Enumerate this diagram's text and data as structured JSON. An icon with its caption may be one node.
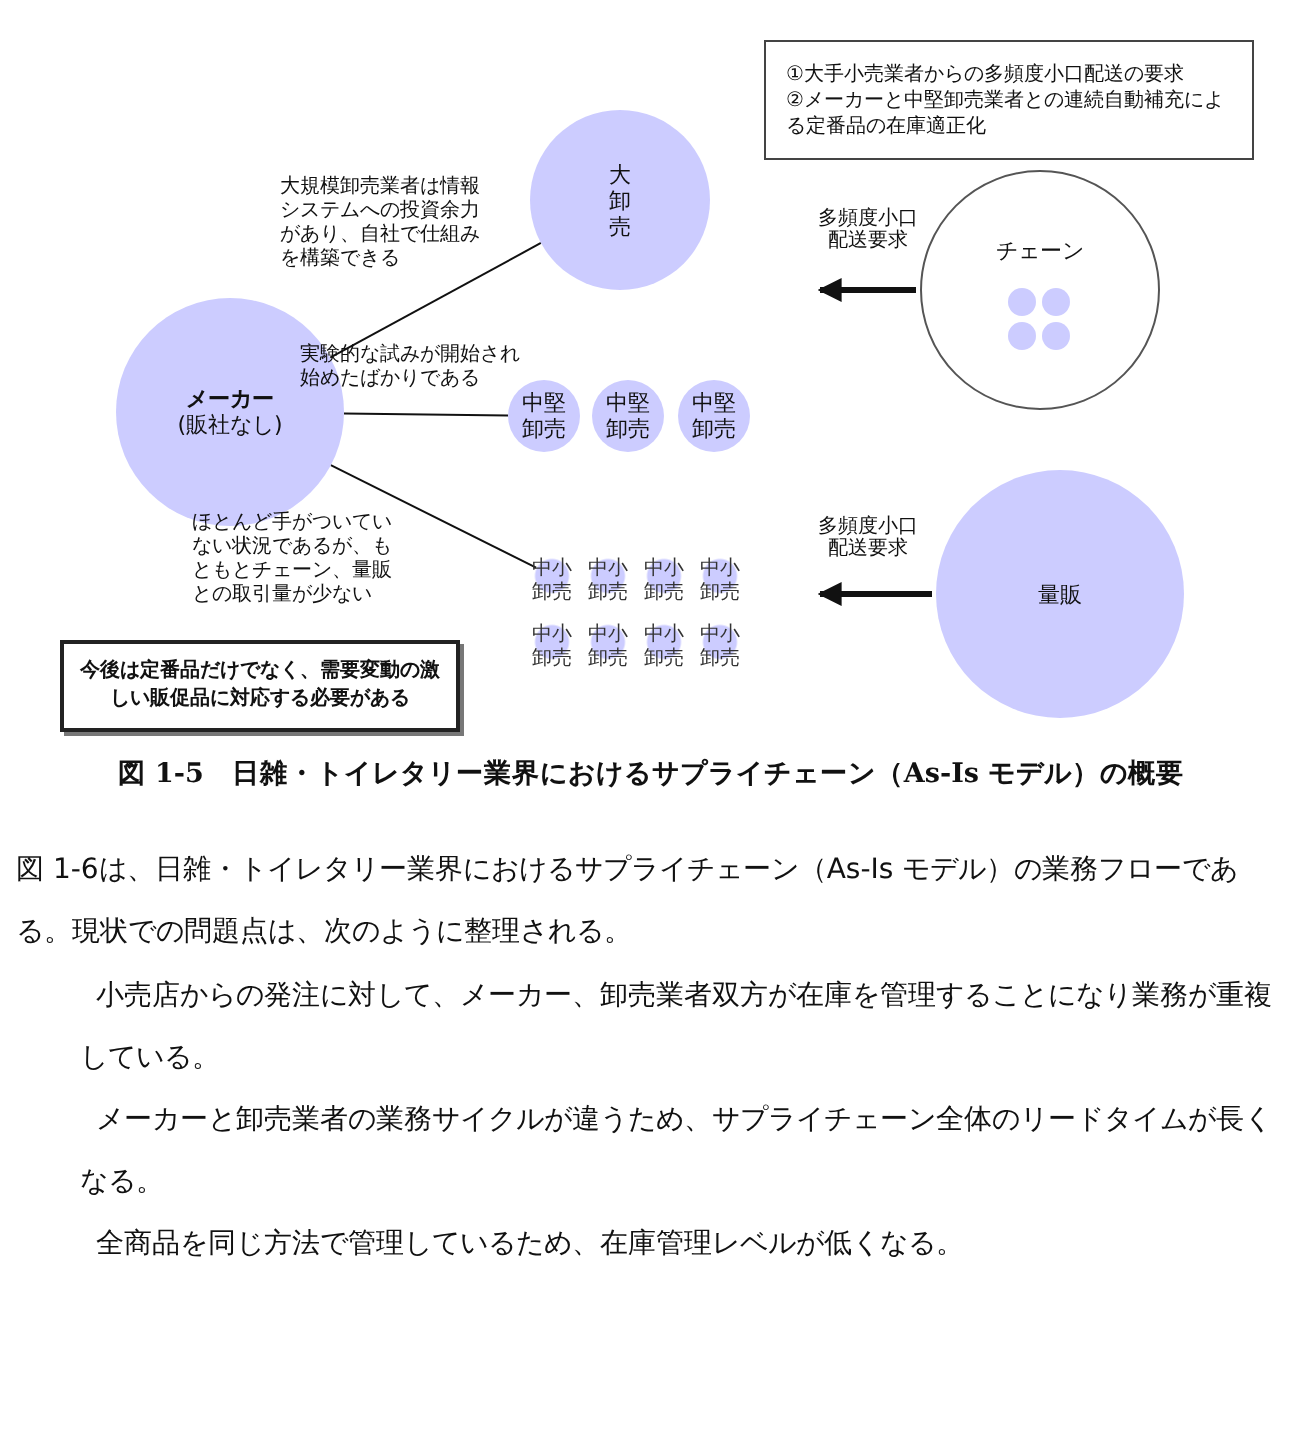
{
  "diagram": {
    "caption": "図 1-5　日雑・トイレタリー業界におけるサプライチェーン（As-Is モデル）の概要",
    "nodes": [
      {
        "text": [
          "大卸売"
        ]
      },
      {
        "text": [
          "メーカー",
          "(販社なし)"
        ]
      },
      {
        "text": [
          "中堅卸売"
        ]
      },
      {
        "text": [
          "中堅卸売"
        ]
      },
      {
        "text": [
          "中堅卸売"
        ]
      },
      {
        "text": [
          "チェーン"
        ]
      },
      {
        "text": [
          "量販"
        ]
      },
      {
        "text": [
          "中小卸売"
        ]
      },
      {
        "text": [
          "中小卸売"
        ]
      },
      {
        "text": [
          "中小卸売"
        ]
      },
      {
        "text": [
          "中小卸売"
        ]
      },
      {
        "text": [
          "中小卸売"
        ]
      },
      {
        "text": [
          "中小卸売"
        ]
      },
      {
        "text": [
          "中小卸売"
        ]
      },
      {
        "text": [
          "中小卸売"
        ]
      },
      {
        "text": [
          "①大手小売業者からの多頻度小口配送の要求",
          "②メーカーと中堅卸売業者との連続自動補充による定番品の在庫適正化"
        ]
      },
      {
        "text": [
          "今後は定番品だけでなく、需要変動の激しい販促品に対応する必要がある"
        ]
      }
    ],
    "edges": [
      {
        "from": 1,
        "to": 0,
        "arrow": "none"
      },
      {
        "from": 1,
        "to": 2,
        "arrow": "none"
      },
      {
        "from": 1,
        "to": 7,
        "arrow": "none"
      },
      {
        "from": 5,
        "to": null,
        "arrow": "to",
        "label": "多頻度小口配送要求",
        "style": "thick"
      },
      {
        "from": 6,
        "to": null,
        "arrow": "to",
        "label": "多頻度小口配送要求",
        "style": "thick"
      }
    ],
    "labels": [
      "大規模卸売業者は情報システムへの投資余力があり、自社で仕組みを構築できる",
      "実験的な試みが開始され始めたばかりである",
      "ほとんど手がついていない状況であるが、もともとチェーン、量販との取引量が少ない",
      "図 1-6は、日雑・トイレタリー業界におけるサプライチェーン（As-Is モデル）の業務フローである。現状での問題点は、次のように整理される。",
      "小売店からの発注に対して、メーカー、卸売業者双方が在庫を管理することになり業務が重複している。",
      "メーカーと卸売業者の業務サイクルが違うため、サプライチェーン全体のリードタイムが長くなる。",
      "全商品を同じ方法で管理しているため、在庫管理レベルが低くなる。"
    ]
  }
}
